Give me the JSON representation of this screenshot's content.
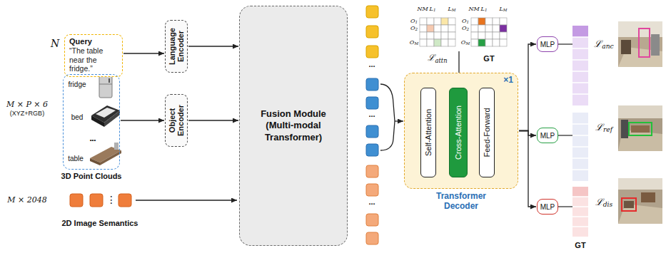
{
  "diagram": {
    "nodes": [
      {
        "text": [
          "Query",
          "“The table near the fridge.”"
        ]
      },
      {
        "text": [
          "Language Encoder"
        ]
      },
      {
        "text": [
          "3D Point Clouds"
        ]
      },
      {
        "text": [
          "Object Encoder"
        ]
      },
      {
        "text": [
          "Fusion Module (Multi-modal Transformer)"
        ]
      },
      {
        "text": [
          "×1",
          "Transformer Decoder"
        ]
      },
      {
        "text": [
          "Self-Attention"
        ],
        "in": 5
      },
      {
        "text": [
          "Cross-Attention"
        ],
        "in": 5
      },
      {
        "text": [
          "Feed-Forward"
        ],
        "in": 5
      },
      {
        "text": [
          "MLP"
        ]
      },
      {
        "text": [
          "MLP"
        ]
      },
      {
        "text": [
          "MLP"
        ]
      }
    ],
    "edges": [
      {
        "from": 0,
        "to": 1,
        "arrow": "to"
      },
      {
        "from": 2,
        "to": 3,
        "arrow": "to"
      },
      {
        "from": 1,
        "to": 4,
        "arrow": "to"
      },
      {
        "from": 3,
        "to": 4,
        "arrow": "to"
      },
      {
        "from": 5,
        "to": 9,
        "arrow": "to"
      },
      {
        "from": 5,
        "to": 10,
        "arrow": "to"
      },
      {
        "from": 5,
        "to": 11,
        "arrow": "to"
      }
    ],
    "labels": [
      "N",
      "M × P × 6",
      "(XYZ+RGB)",
      "fridge",
      "bed",
      "•••",
      "table",
      "M × 2048",
      "⋮",
      "2D Image Semantics",
      "...",
      "...",
      "...",
      "NM",
      "L1",
      "LM",
      "O1",
      "O2",
      "OM",
      "ℒattn",
      "NM",
      "L1",
      "LM",
      "O1",
      "O2",
      "OM",
      "GT",
      "ℒanc",
      "ℒref",
      "ℒdis",
      "GT"
    ]
  }
}
